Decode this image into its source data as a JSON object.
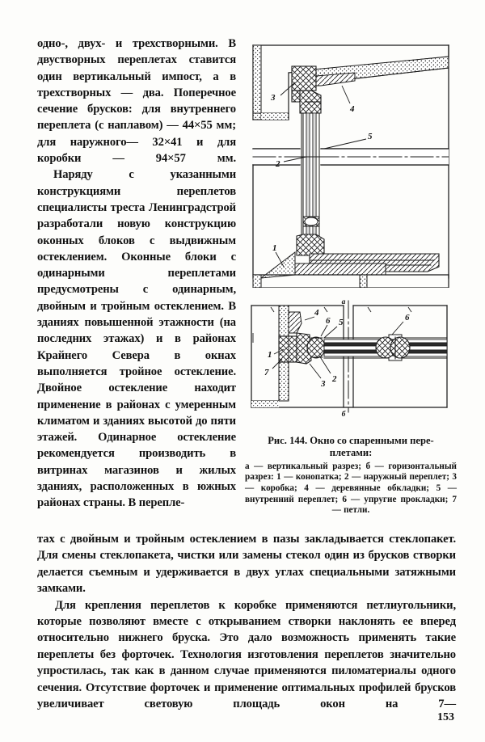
{
  "page": {
    "number": "153"
  },
  "body": {
    "left_column": [
      "одно-, двух- и трехстворными. В двустворных переплетах ставится один вертикальный импост, а в трехстворных — два. Поперечное сечение брусков: для внутреннего переплета (с наплавом) — 44×55 мм; для наружного— 32×41 и для коробки — 94×57 мм.",
      "Наряду с указанными конструкциями переплетов специалисты треста Ленинградстрой разработали новую конструкцию оконных блоков с выдвижным остеклением. Оконные блоки с одинарными переплетами предусмотрены с одинарным, двойным и тройным остеклением. В зданиях повышенной этажности (на последних этажах) и в районах Крайнего Севера в окнах выполняется тройное остекление. Двойное остекление находит применение в районах с умеренным климатом и зданиях высотой до пяти этажей. Одинарное остекление рекомендуется производить в витринах магазинов и жилых зданиях, расположенных в южных районах страны. В перепле-"
    ],
    "bottom_column": [
      "тах с двойным и тройным остеклением в пазы закладывается стеклопакет. Для смены стеклопакета, чистки или замены стекол один из брусков створки делается съемным и удерживается в двух углах специальными затяжными замками.",
      "Для крепления переплетов к коробке применяются петлиугольники, которые позволяют вместе с открыванием створки наклонять ее вперед относительно нижнего бруска. Это дало возможность применять такие переплеты без форточек. Технология изготовления переплетов значительно упростилась, так как в данном случае применяются пиломатериалы одного сечения. Отсутствие форточек и применение оптимальных профилей брусков увеличивает световую площадь окон на 7—"
    ]
  },
  "figure": {
    "caption_title_line1": "Рис. 144. Окно со спаренными пере-",
    "caption_title_line2": "плетами:",
    "caption_legend": "а — вертикальный разрез; б — горизонтальный разрез: 1 — конопатка; 2 — наружный переплет; 3 — коробка; 4 — деревянные обкладки; 5 — внутренний переплет; 6 — упругие прокладки; 7 — петли.",
    "diagram_a": {
      "name": "вертикальный разрез",
      "callouts": [
        "3",
        "4",
        "5",
        "2",
        "1"
      ]
    },
    "diagram_b": {
      "name": "горизонтальный разрез",
      "section_label_top": "а",
      "section_label_bottom": "б",
      "callouts": [
        "4",
        "6",
        "5",
        "6",
        "1",
        "7",
        "3",
        "2"
      ]
    }
  }
}
